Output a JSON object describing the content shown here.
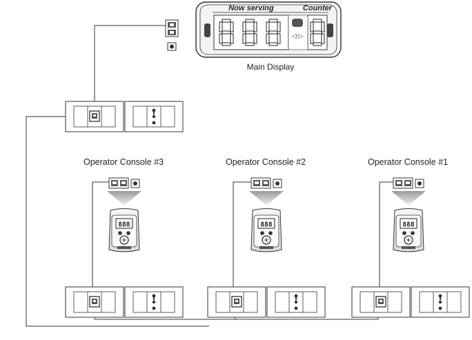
{
  "main_display": {
    "label": "Main Display",
    "now_serving_label": "Now serving",
    "counter_label": "Counter",
    "digits_shown": "8888",
    "direction_glyph": "◁·▷"
  },
  "consoles": [
    {
      "label": "Operator Console #3",
      "screen_text": "888"
    },
    {
      "label": "Operator Console #2",
      "screen_text": "888"
    },
    {
      "label": "Operator Console #1",
      "screen_text": "888"
    }
  ],
  "icons": {
    "network_jack": "rj45-dual-jack-icon",
    "power_jack": "power-jack-icon",
    "wall_plate_port": "wall-plate-port-icon",
    "wall_plate_switch": "wall-plate-switch-icon",
    "flow_arrow": "down-arrow-icon"
  },
  "colors": {
    "line": "#333333",
    "display_body": "#f2f2f2",
    "console_body": "#e9e9e9",
    "arrow_gradient_top": "#9a9a9a",
    "arrow_gradient_bottom": "#f0f0f0",
    "jack_fill": "#555555"
  }
}
